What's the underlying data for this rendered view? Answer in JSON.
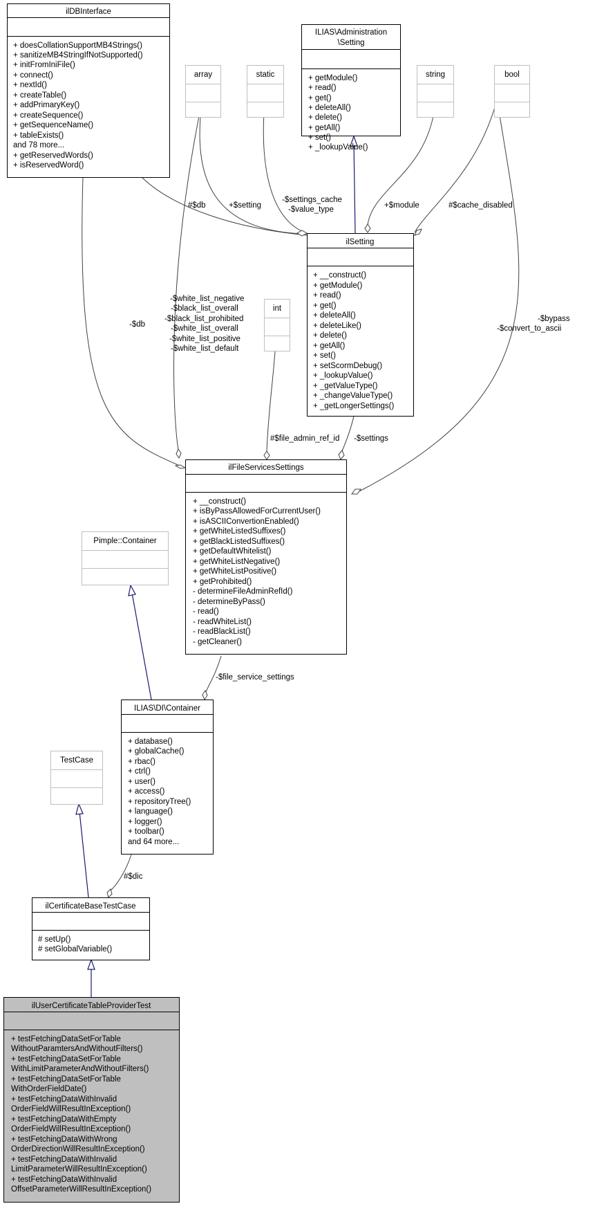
{
  "classes": {
    "ildbinterface": {
      "title": "ilDBInterface",
      "methods": [
        "+ doesCollationSupportMB4Strings()",
        "+ sanitizeMB4StringIfNotSupported()",
        "+ initFromIniFile()",
        "+ connect()",
        "+ nextId()",
        "+ createTable()",
        "+ addPrimaryKey()",
        "+ createSequence()",
        "+ getSequenceName()",
        "+ tableExists()",
        "and 78 more...",
        "+ getReservedWords()",
        "+ isReservedWord()"
      ]
    },
    "ilias_setting": {
      "title_line1": "ILIAS\\Administration",
      "title_line2": "\\Setting",
      "methods": [
        "+ getModule()",
        "+ read()",
        "+ get()",
        "+ deleteAll()",
        "+ delete()",
        "+ getAll()",
        "+ set()",
        "+ _lookupValue()"
      ]
    },
    "array": {
      "title": "array"
    },
    "static": {
      "title": "static"
    },
    "string": {
      "title": "string"
    },
    "bool": {
      "title": "bool"
    },
    "int": {
      "title": "int"
    },
    "ilsetting": {
      "title": "ilSetting",
      "methods": [
        "+ __construct()",
        "+ getModule()",
        "+ read()",
        "+ get()",
        "+ deleteAll()",
        "+ deleteLike()",
        "+ delete()",
        "+ getAll()",
        "+ set()",
        "+ setScormDebug()",
        "+ _lookupValue()",
        "+ _getValueType()",
        "+ _changeValueType()",
        "+ _getLongerSettings()"
      ]
    },
    "ilfileservicessettings": {
      "title": "ilFileServicesSettings",
      "methods": [
        "+ __construct()",
        "+ isByPassAllowedForCurrentUser()",
        "+ isASCIIConvertionEnabled()",
        "+ getWhiteListedSuffixes()",
        "+ getBlackListedSuffixes()",
        "+ getDefaultWhitelist()",
        "+ getWhiteListNegative()",
        "+ getWhiteListPositive()",
        "+ getProhibited()",
        "- determineFileAdminRefId()",
        "- determineByPass()",
        "- read()",
        "- readWhiteList()",
        "- readBlackList()",
        "- getCleaner()"
      ]
    },
    "pimple": {
      "title": "Pimple::Container"
    },
    "dicontainer": {
      "title": "ILIAS\\DI\\Container",
      "methods": [
        "+ database()",
        "+ globalCache()",
        "+ rbac()",
        "+ ctrl()",
        "+ user()",
        "+ access()",
        "+ repositoryTree()",
        "+ language()",
        "+ logger()",
        "+ toolbar()",
        "and 64 more..."
      ]
    },
    "testcase": {
      "title": "TestCase"
    },
    "ilcertbase": {
      "title": "ilCertificateBaseTestCase",
      "methods": [
        "# setUp()",
        "# setGlobalVariable()"
      ]
    },
    "iluserctp": {
      "title": "ilUserCertificateTableProviderTest",
      "methods": [
        "+ testFetchingDataSetForTable",
        "WithoutParamtersAndWithoutFilters()",
        "+ testFetchingDataSetForTable",
        "WithLimitParameterAndWithoutFilters()",
        "+ testFetchingDataSetForTable",
        "WithOrderFieldDate()",
        "+ testFetchingDataWithInvalid",
        "OrderFieldWillResultInException()",
        "+ testFetchingDataWithEmpty",
        "OrderFieldWillResultInException()",
        "+ testFetchingDataWithWrong",
        "OrderDirectionWillResultInException()",
        "+ testFetchingDataWithInvalid",
        "LimitParameterWillResultInException()",
        "+ testFetchingDataWithInvalid",
        "OffsetParameterWillResultInException()"
      ]
    }
  },
  "edge_labels": {
    "db_setting": "#$db",
    "setting": "+$setting",
    "settings_cache": "-$settings_cache",
    "value_type": "-$value_type",
    "module": "+$module",
    "cache_disabled": "#$cache_disabled",
    "db_fss": "-$db",
    "wl1": "-$white_list_negative",
    "wl2": "-$black_list_overall",
    "wl3": "-$black_list_prohibited",
    "wl4": "-$white_list_overall",
    "wl5": "-$white_list_positive",
    "wl6": "-$white_list_default",
    "bypass": "-$bypass",
    "convert": "-$convert_to_ascii",
    "file_admin": "#$file_admin_ref_id",
    "settings": "-$settings",
    "fss": "-$file_service_settings",
    "dic": "#$dic"
  },
  "colors": {
    "node_border": "#000000",
    "grey_border": "#bfbfbf",
    "highlight_fill": "#bfbfbf",
    "inherit_edge": "#191970",
    "assoc_edge": "#404040"
  }
}
